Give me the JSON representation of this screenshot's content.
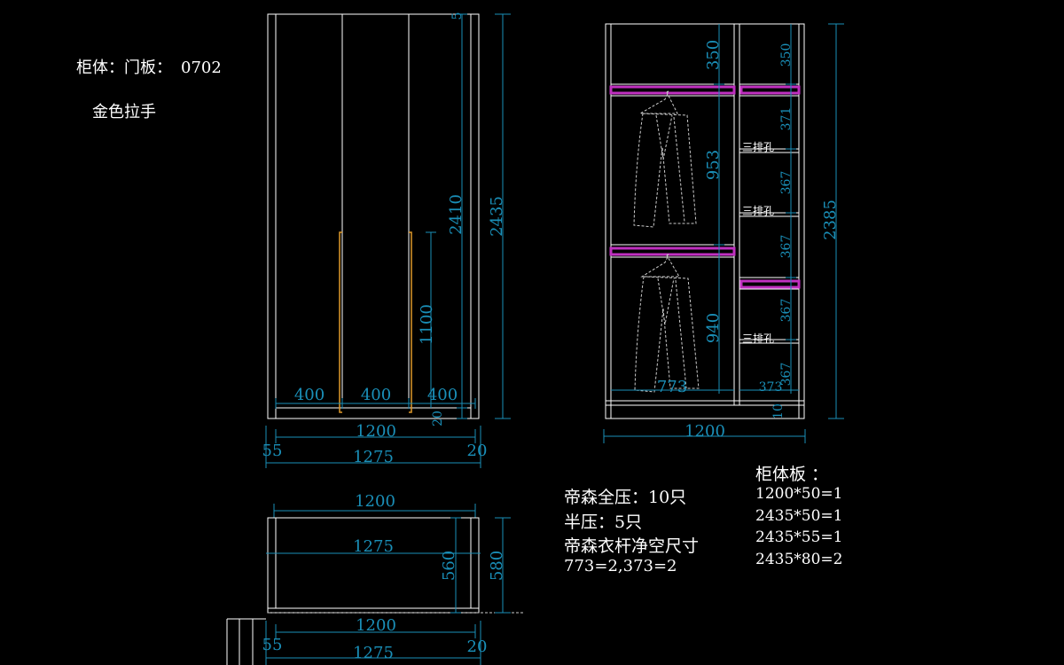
{
  "notes": {
    "cabinet_door_label": "柜体：门板：",
    "cabinet_door_code": "0702",
    "handle": "金色拉手",
    "hinge_full": "帝森全压：10只",
    "hinge_half": "半压：5只",
    "rail_title": "帝森衣杆净空尺寸",
    "rail_sizes": "773=2,373=2",
    "panel_title": "柜体板 ：",
    "panel_1": "1200*50=1",
    "panel_2": "2435*50=1",
    "panel_3": "2435*55=1",
    "panel_4": "2435*80=2",
    "drilling": "三排孔"
  },
  "front": {
    "door_widths": [
      "400",
      "400",
      "400"
    ],
    "handle_height": "1100",
    "door_height": "2410",
    "total_height": "2435",
    "top_gap": "5",
    "bottom_gap": "20",
    "width": "1200",
    "left_extra": "55",
    "right_extra": "20",
    "overall_width": "1275"
  },
  "interior": {
    "total_height": "2385",
    "width": "1200",
    "left_sections": [
      "350",
      "953",
      "940"
    ],
    "right_sections": [
      "350",
      "371",
      "367",
      "367",
      "367",
      "367"
    ],
    "rail_left": "773",
    "rail_right": "373",
    "base_gap": "10"
  },
  "plan": {
    "width_top": "1200",
    "overall_top": "1275",
    "inner_depth": "560",
    "outer_depth": "580",
    "width_bottom": "1200",
    "left_extra": "55",
    "right_extra": "20",
    "overall_bottom": "1275"
  },
  "colors": {
    "background": "#000000",
    "line": "#ffffff",
    "dimension": "#1a8fb8",
    "handle": "#e09a2a",
    "rail": "#c030c0"
  }
}
